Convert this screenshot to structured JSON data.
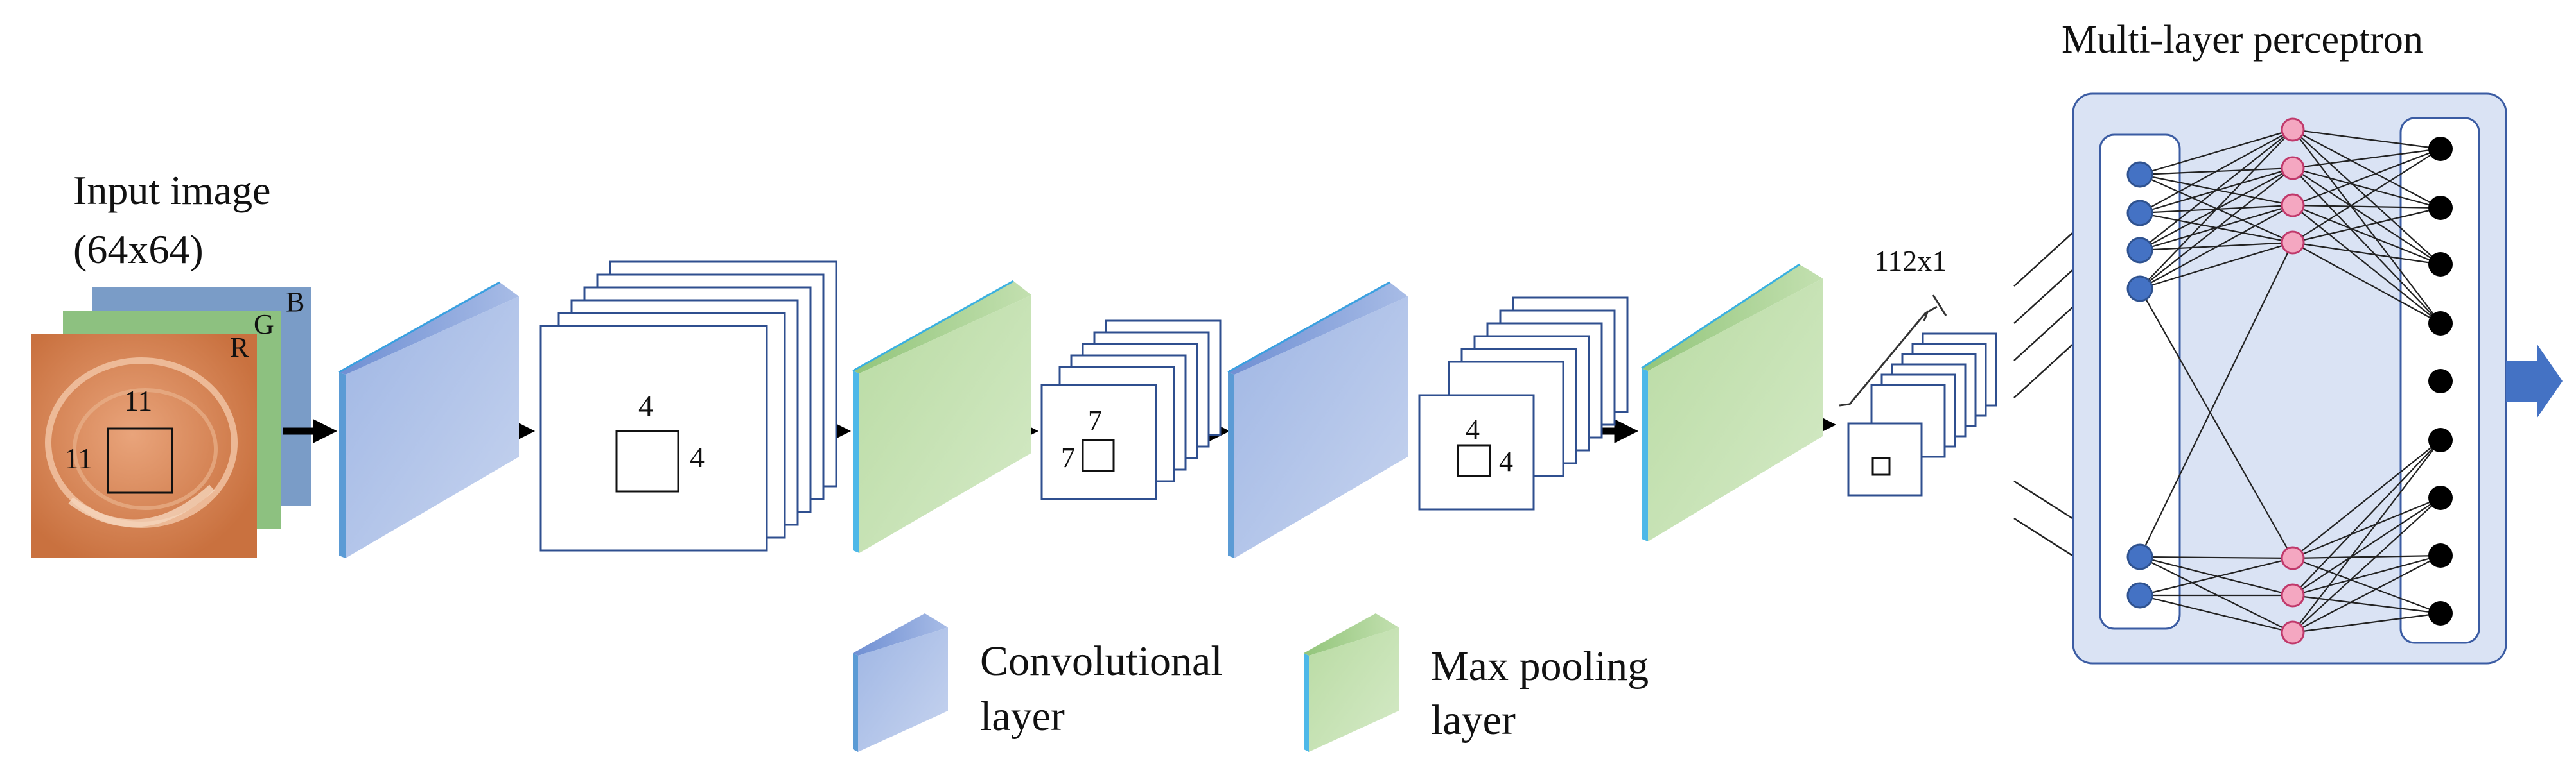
{
  "input": {
    "title": "Input image",
    "size": "(64x64)",
    "channels": [
      "R",
      "G",
      "B"
    ],
    "kernel_w": "11",
    "kernel_h": "11"
  },
  "fmap1": {
    "kernel_w": "4",
    "kernel_h": "4"
  },
  "fmap2": {
    "kernel_w": "7",
    "kernel_h": "7"
  },
  "fmap3": {
    "kernel_w": "4",
    "kernel_h": "4"
  },
  "flatten": {
    "label": "112x1"
  },
  "mlp": {
    "title": "Multi-layer perceptron"
  },
  "legend": {
    "conv_line1": "Convolutional",
    "conv_line2": "layer",
    "pool_line1": "Max pooling",
    "pool_line2": "layer"
  },
  "colors": {
    "conv": "#a9bde6",
    "pool": "#c3e0b0",
    "mlp_bg": "#d9e3f3",
    "input_node": "#4472c4",
    "hidden_node": "#f4a7c1",
    "output_node": "#000000",
    "input_r": "#d98a58",
    "input_g": "#8dc180",
    "input_b": "#7a9cc7"
  }
}
